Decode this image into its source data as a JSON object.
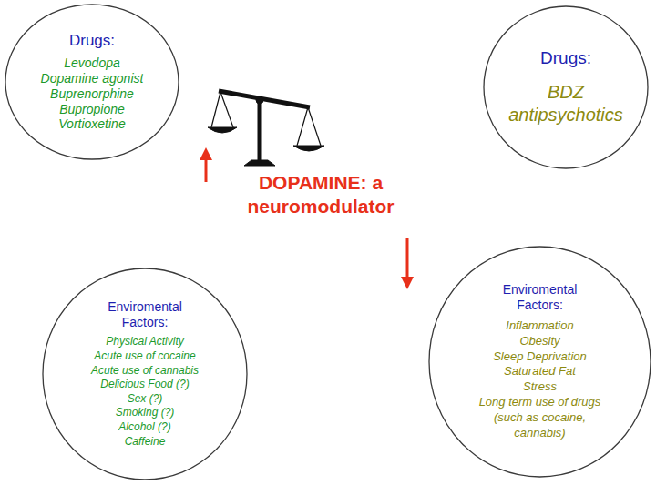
{
  "diagram": {
    "nodes": [
      {
        "text": [
          "Drugs:",
          "Levodopa",
          "Dopamine agonist",
          "Buprenorphine",
          "Bupropione",
          "Vortioxetine"
        ]
      },
      {
        "text": [
          "Drugs:",
          "BDZ",
          "antipsychotics"
        ]
      },
      {
        "text": [
          "Enviromental Factors:",
          "Physical Activity",
          "Acute use of cocaine",
          "Acute use of cannabis",
          "Delicious Food (?)",
          "Sex (?)",
          "Smoking (?)",
          "Alcohol (?)",
          "Caffeine"
        ]
      },
      {
        "text": [
          "Enviromental Factors:",
          "Inflammation",
          "Obesity",
          "Sleep Deprivation",
          "Saturated Fat",
          "Stress",
          "Long term use of drugs (such as cocaine, cannabis)"
        ]
      }
    ],
    "labels": [
      "DOPAMINE: a neuromodulator"
    ]
  }
}
